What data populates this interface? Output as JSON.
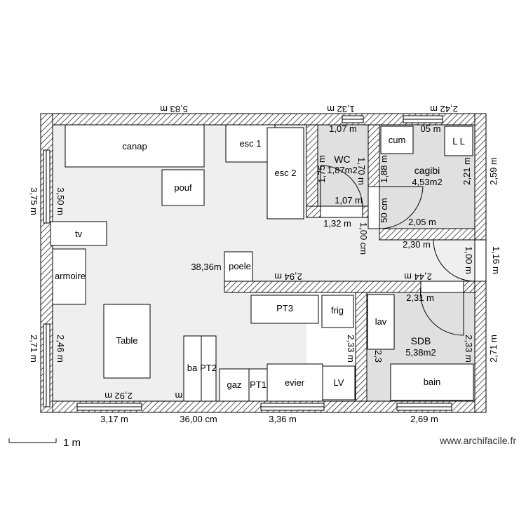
{
  "plan": {
    "total_area": "38,36m",
    "rooms": {
      "wc_name": "WC",
      "wc_area": "1,87m2",
      "cagibi_name": "cagibi",
      "cagibi_area": "4,53m2",
      "sdb_name": "SDB",
      "sdb_area": "5,38m2"
    },
    "furniture": {
      "canap": "canap",
      "esc1": "esc 1",
      "esc2": "esc 2",
      "pouf": "pouf",
      "tv": "tv",
      "armoire": "armoire",
      "poele": "poele",
      "table": "Table",
      "pt3": "PT3",
      "frig": "frig",
      "lav": "lav",
      "bain": "bain",
      "ba": "ba",
      "pt2": "PT2",
      "gaz": "gaz",
      "pt1": "PT1",
      "evier": "evier",
      "lv": "LV",
      "cum": "cum",
      "ll": "L L"
    },
    "dimensions": {
      "top_left": "5,83 m",
      "top_wc": "1,32 m",
      "top_cagibi": "2,42 m",
      "wc_width": "1,07 m",
      "cagibi_top_inner": "05 m",
      "left_upper": "3,75 m",
      "left_upper_inner": "3,50 m",
      "left_lower": "2,71 m",
      "left_lower_inner": "2,46 m",
      "right_upper": "2,59 m",
      "cagibi_right_inner": "2,21 m",
      "right_mid": "1,16 m",
      "right_mid_inner": "1,00 m",
      "right_lower": "2,71 m",
      "sdb_right_inner": "2,33 m",
      "wc_left_inner": "1,75 m",
      "wc_right_inner": "1,70 m",
      "wc_bottom_inner": "1,07 m",
      "wc_bottom_outer": "1,32 m",
      "cagibi_left_inner": "1,88 m",
      "cagibi_left_lower": "50 cm",
      "cagibi_bottom_inner": "2,05 m",
      "cagibi_bottom_outer": "2,30 m",
      "corridor_vertical": "1,00 cm",
      "partition_left": "2,94 m",
      "partition_right": "2,44 m",
      "sdb_top_inner": "2,31 m",
      "kitchen_right": "2,33 m",
      "sdb_left": "2,3",
      "bottom_inner_left": "2,92 m",
      "bottom_inner_cut": "m",
      "bottom_1": "3,17 m",
      "bottom_2": "36,00 cm",
      "bottom_3": "3,36 m",
      "bottom_4": "2,69 m"
    },
    "scale_label": "1 m",
    "watermark": "www.archifacile.fr"
  }
}
